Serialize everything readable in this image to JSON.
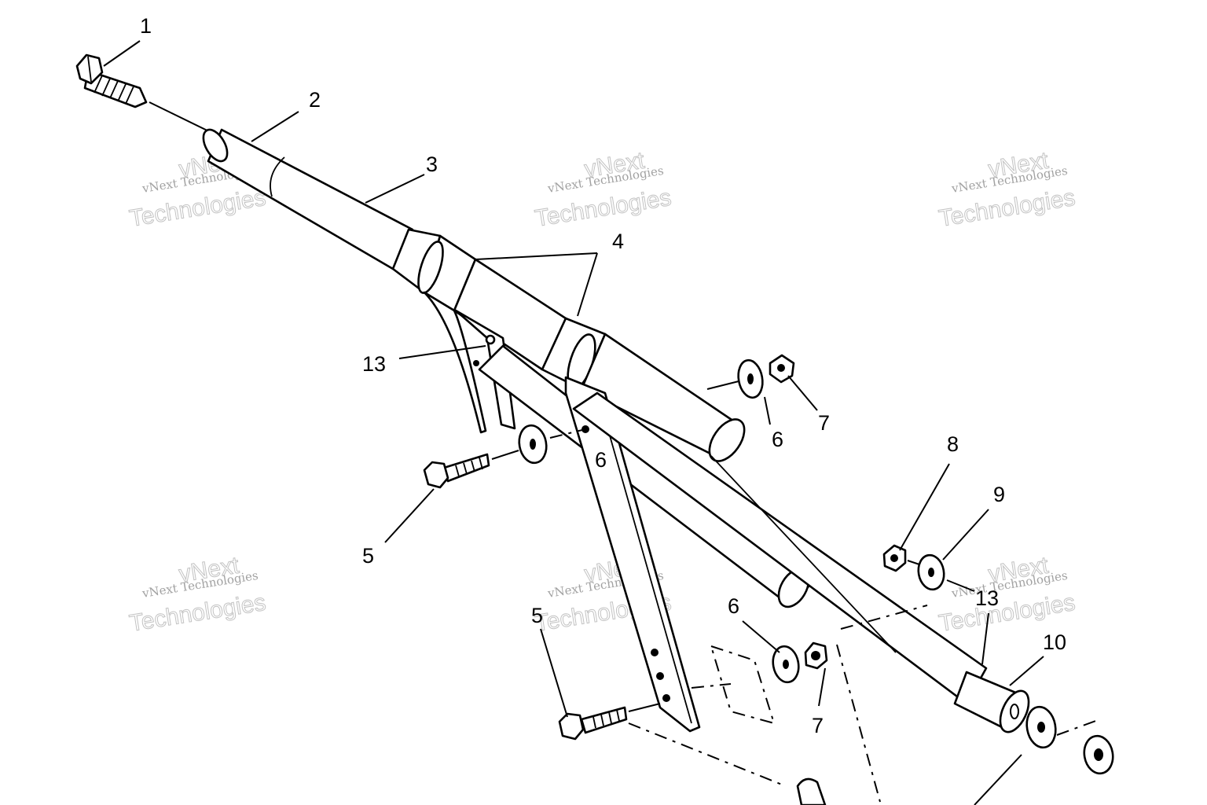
{
  "diagram": {
    "callouts": [
      {
        "id": "c1",
        "text": "1"
      },
      {
        "id": "c2",
        "text": "2"
      },
      {
        "id": "c3",
        "text": "3"
      },
      {
        "id": "c4",
        "text": "4"
      },
      {
        "id": "c13a",
        "text": "13"
      },
      {
        "id": "c6a",
        "text": "6"
      },
      {
        "id": "c7a",
        "text": "7"
      },
      {
        "id": "c6b",
        "text": "6"
      },
      {
        "id": "c5a",
        "text": "5"
      },
      {
        "id": "c8",
        "text": "8"
      },
      {
        "id": "c9",
        "text": "9"
      },
      {
        "id": "c13b",
        "text": "13"
      },
      {
        "id": "c10",
        "text": "10"
      },
      {
        "id": "c5b",
        "text": "5"
      },
      {
        "id": "c6c",
        "text": "6"
      },
      {
        "id": "c7b",
        "text": "7"
      }
    ],
    "watermark": {
      "line1": "vNext Technologies",
      "line2": "vNext",
      "line3": "Technologies"
    }
  }
}
